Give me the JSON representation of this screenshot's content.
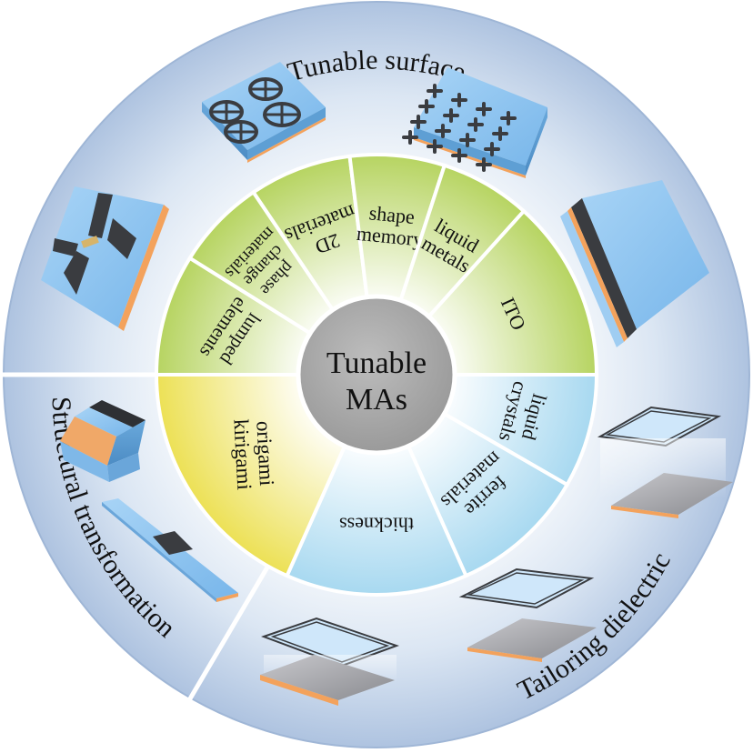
{
  "center": {
    "line1": "Tunable",
    "line2": "MAs"
  },
  "categories": {
    "tunable_surface": "Tunable surface",
    "structural_transformation": "Structural transformation",
    "tailoring_dielectric": "Tailoring dielectric"
  },
  "sectors": [
    {
      "key": "lumped",
      "lines": [
        "lumped",
        "elements"
      ],
      "group": "tunable_surface"
    },
    {
      "key": "pcm",
      "lines": [
        "phase",
        "change",
        "materials"
      ],
      "group": "tunable_surface"
    },
    {
      "key": "2d",
      "lines": [
        "2D",
        "materials"
      ],
      "group": "tunable_surface"
    },
    {
      "key": "shape",
      "lines": [
        "shape",
        "memory"
      ],
      "group": "tunable_surface"
    },
    {
      "key": "liquid-metals",
      "lines": [
        "liquid",
        "metals"
      ],
      "group": "tunable_surface"
    },
    {
      "key": "ito",
      "lines": [
        "ITO"
      ],
      "group": "tunable_surface"
    },
    {
      "key": "liquid-crystals",
      "lines": [
        "liquid",
        "crystals"
      ],
      "group": "tailoring_dielectric"
    },
    {
      "key": "ferrite",
      "lines": [
        "ferrite",
        "materials"
      ],
      "group": "tailoring_dielectric"
    },
    {
      "key": "thickness",
      "lines": [
        "thickness"
      ],
      "group": "tailoring_dielectric"
    },
    {
      "key": "origami",
      "lines": [
        "origami",
        "kirigami"
      ],
      "group": "structural_transformation"
    }
  ],
  "colors": {
    "outer_ring": "#c2d3ea",
    "tunable_surface_sector": "#b9d66a",
    "tailoring_dielectric_sector": "#aedcf1",
    "structural_transformation_sector": "#efe36a",
    "center_disc": "#a9a9a9",
    "divider": "#ffffff",
    "metasurface_blue": "#88c1ee",
    "metal_dark": "#3d3f43",
    "substrate_orange": "#f3a25c"
  }
}
